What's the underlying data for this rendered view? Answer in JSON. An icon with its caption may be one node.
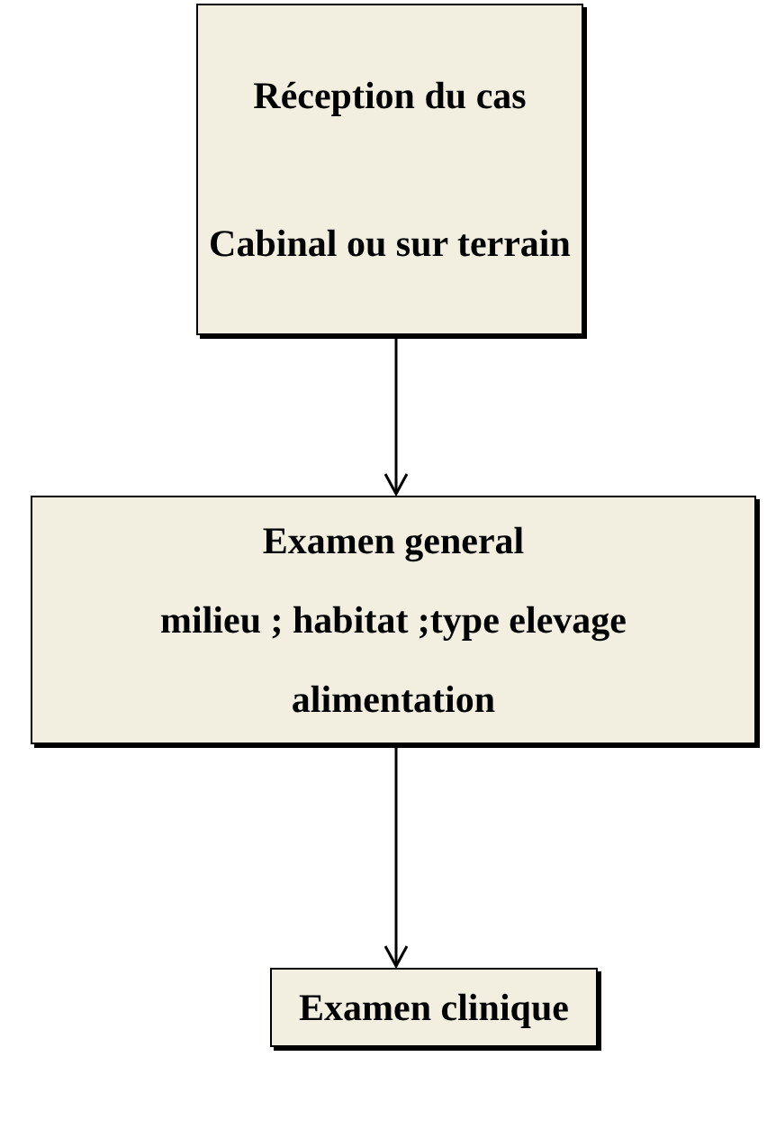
{
  "diagram": {
    "nodes": [
      {
        "text": [
          "Réception du cas",
          "Cabinal ou sur terrain"
        ]
      },
      {
        "text": [
          "Examen general",
          "milieu ; habitat ;type elevage alimentation"
        ]
      },
      {
        "text": [
          "Examen clinique"
        ]
      }
    ],
    "edges": [
      {
        "from": 0,
        "to": 1,
        "arrow": "to"
      },
      {
        "from": 1,
        "to": 2,
        "arrow": "to"
      }
    ]
  }
}
